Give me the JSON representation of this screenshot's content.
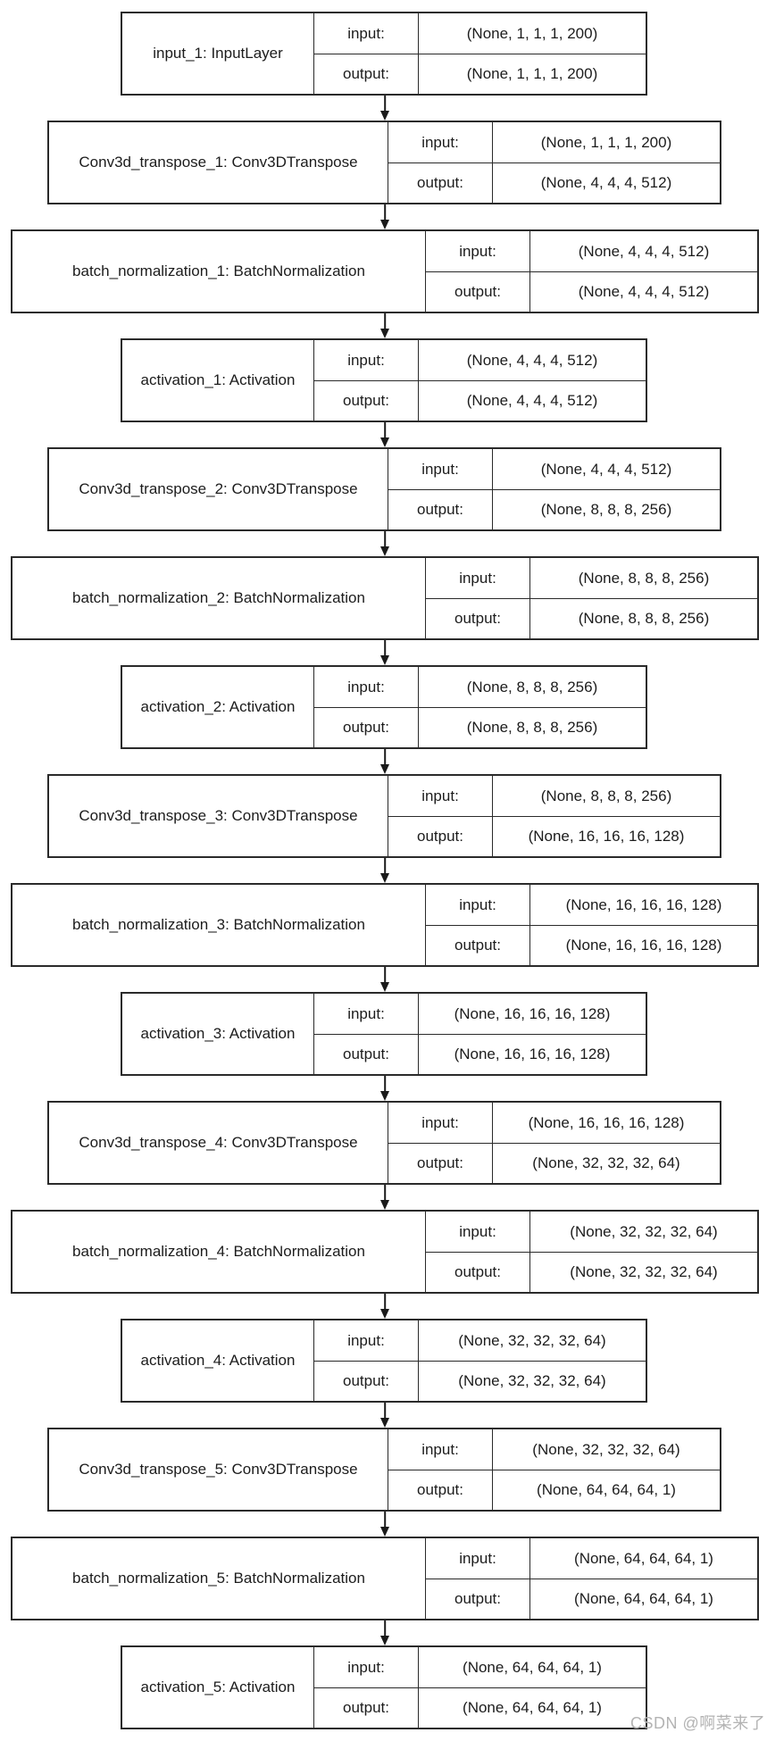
{
  "labels": {
    "input": "input:",
    "output": "output:"
  },
  "layers": [
    {
      "kind": "input",
      "name": "input_1: InputLayer",
      "input_shape": "(None, 1, 1, 1, 200)",
      "output_shape": "(None, 1, 1, 1, 200)"
    },
    {
      "kind": "conv",
      "name": "Conv3d_transpose_1: Conv3DTranspose",
      "input_shape": "(None, 1, 1, 1, 200)",
      "output_shape": "(None, 4, 4, 4, 512)"
    },
    {
      "kind": "bn",
      "name": "batch_normalization_1: BatchNormalization",
      "input_shape": "(None, 4, 4, 4, 512)",
      "output_shape": "(None, 4, 4, 4, 512)"
    },
    {
      "kind": "act",
      "name": "activation_1: Activation",
      "input_shape": "(None, 4, 4, 4, 512)",
      "output_shape": "(None, 4, 4, 4, 512)"
    },
    {
      "kind": "conv",
      "name": "Conv3d_transpose_2: Conv3DTranspose",
      "input_shape": "(None, 4, 4, 4, 512)",
      "output_shape": "(None, 8, 8, 8, 256)"
    },
    {
      "kind": "bn",
      "name": "batch_normalization_2: BatchNormalization",
      "input_shape": "(None, 8, 8, 8, 256)",
      "output_shape": "(None, 8, 8, 8, 256)"
    },
    {
      "kind": "act",
      "name": "activation_2: Activation",
      "input_shape": "(None, 8, 8, 8, 256)",
      "output_shape": "(None, 8, 8, 8, 256)"
    },
    {
      "kind": "conv",
      "name": "Conv3d_transpose_3: Conv3DTranspose",
      "input_shape": "(None, 8, 8, 8, 256)",
      "output_shape": "(None, 16, 16, 16, 128)"
    },
    {
      "kind": "bn",
      "name": "batch_normalization_3: BatchNormalization",
      "input_shape": "(None, 16, 16, 16, 128)",
      "output_shape": "(None, 16, 16, 16, 128)"
    },
    {
      "kind": "act",
      "name": "activation_3: Activation",
      "input_shape": "(None, 16, 16, 16, 128)",
      "output_shape": "(None, 16, 16, 16, 128)"
    },
    {
      "kind": "conv",
      "name": "Conv3d_transpose_4: Conv3DTranspose",
      "input_shape": "(None, 16, 16, 16, 128)",
      "output_shape": "(None, 32, 32, 32, 64)"
    },
    {
      "kind": "bn",
      "name": "batch_normalization_4: BatchNormalization",
      "input_shape": "(None, 32, 32, 32, 64)",
      "output_shape": "(None, 32, 32, 32, 64)"
    },
    {
      "kind": "act",
      "name": "activation_4: Activation",
      "input_shape": "(None, 32, 32, 32, 64)",
      "output_shape": "(None, 32, 32, 32, 64)"
    },
    {
      "kind": "conv",
      "name": "Conv3d_transpose_5: Conv3DTranspose",
      "input_shape": "(None, 32, 32, 32, 64)",
      "output_shape": "(None, 64, 64, 64, 1)"
    },
    {
      "kind": "bn",
      "name": "batch_normalization_5: BatchNormalization",
      "input_shape": "(None, 64, 64, 64, 1)",
      "output_shape": "(None, 64, 64, 64, 1)"
    },
    {
      "kind": "act",
      "name": "activation_5: Activation",
      "input_shape": "(None, 64, 64, 64, 1)",
      "output_shape": "(None, 64, 64, 64, 1)"
    }
  ],
  "watermark": {
    "text": "CSDN @啊菜来了",
    "color": "#b3b3b3"
  },
  "colors": {
    "background": "#ffffff",
    "border": "#2a2a2a",
    "text": "#1c1c1c",
    "arrow": "#1a1a1a"
  }
}
